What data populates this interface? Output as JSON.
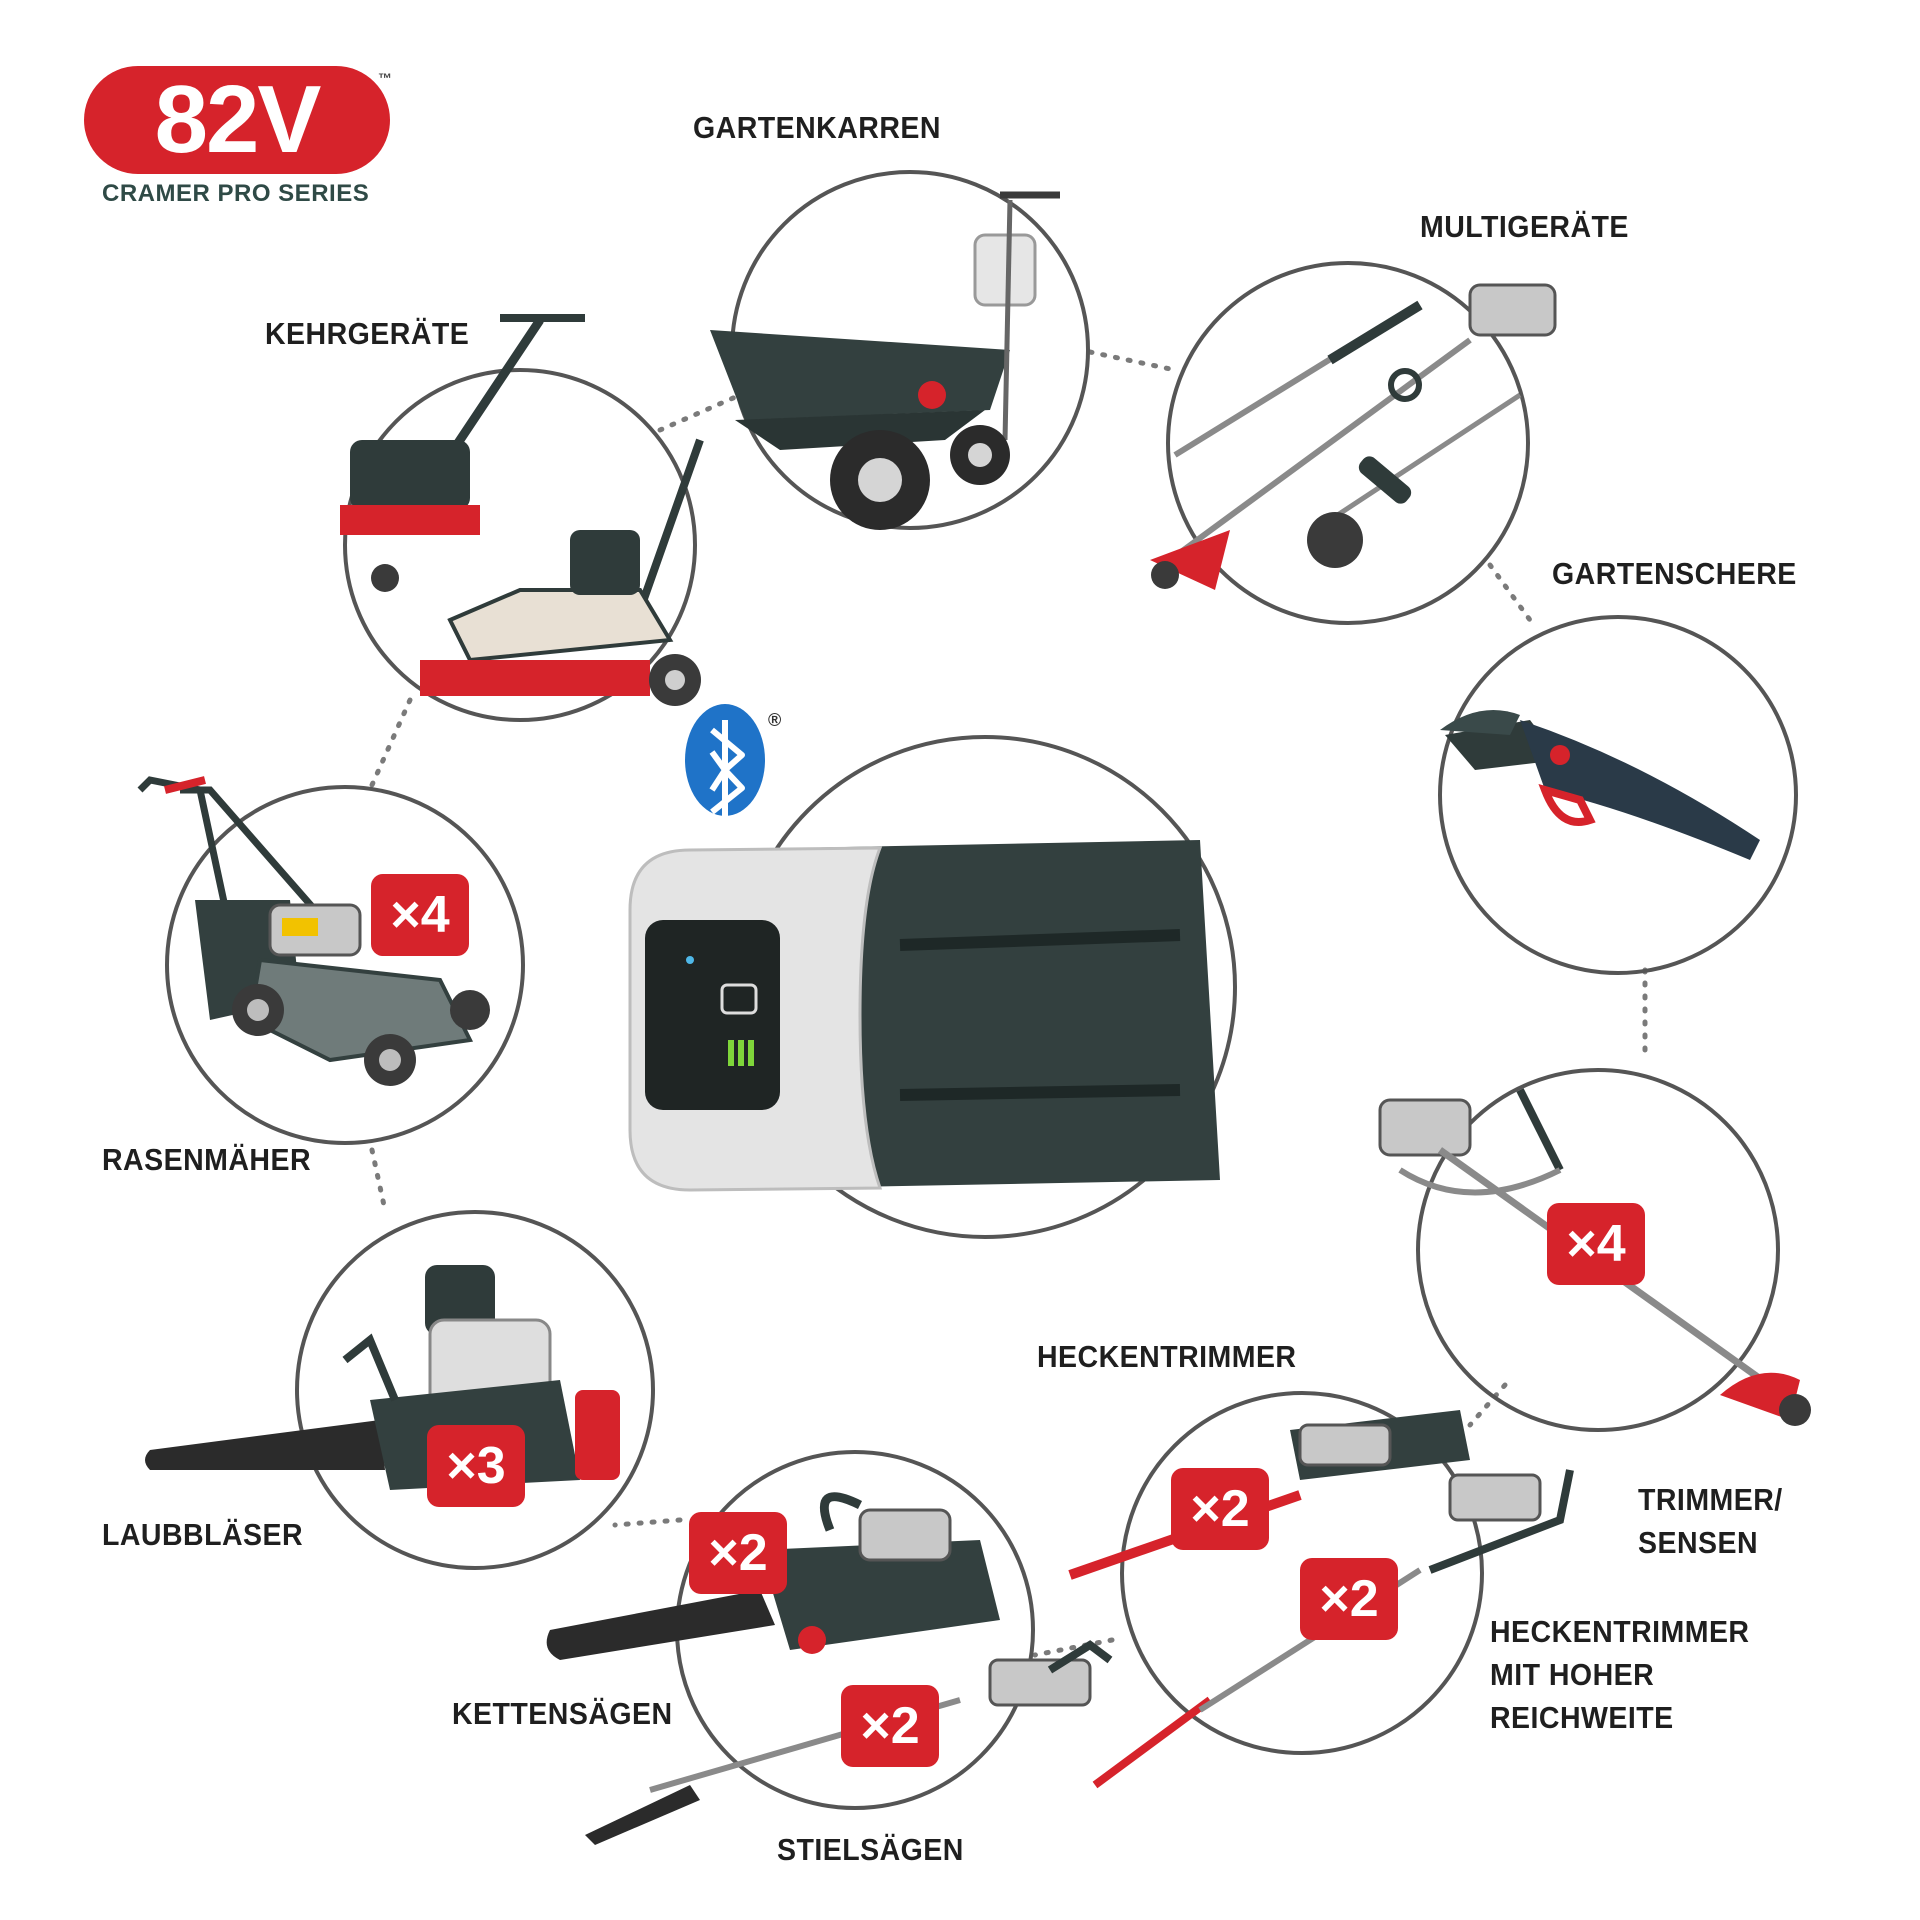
{
  "brand": {
    "logo_text": "82V",
    "trademark": "™",
    "series": "CRAMER PRO SERIES",
    "registered": "®",
    "colors": {
      "accent": "#d6232b",
      "tool_body": "#33403f",
      "circle_stroke": "#555555"
    }
  },
  "labels": {
    "kehrgeraete": "KEHRGERÄTE",
    "gartenkarren": "GARTENKARREN",
    "multigeraete": "MULTIGERÄTE",
    "gartenschere": "GARTENSCHERE",
    "rasenmaeher": "RASENMÄHER",
    "laubblaeser": "LAUBBLÄSER",
    "heckentrimmer": "HECKENTRIMMER",
    "trimmer_line1": "TRIMMER/",
    "trimmer_line2": "SENSEN",
    "heckentrimmer_hoch_line1": "HECKENTRIMMER",
    "heckentrimmer_hoch_line2": "MIT HOHER",
    "heckentrimmer_hoch_line3": "REICHWEITE",
    "kettensaegen": "KETTENSÄGEN",
    "stielsaegen": "STIELSÄGEN"
  },
  "badges": {
    "rasenmaeher": "×4",
    "trimmer": "×4",
    "laubblaeser": "×3",
    "heckentrimmer": "×2",
    "heckentrimmer_hoch": "×2",
    "kettensaegen": "×2",
    "stielsaegen": "×2"
  },
  "icons": {
    "bluetooth": "bluetooth-icon",
    "battery": "battery-icon"
  }
}
